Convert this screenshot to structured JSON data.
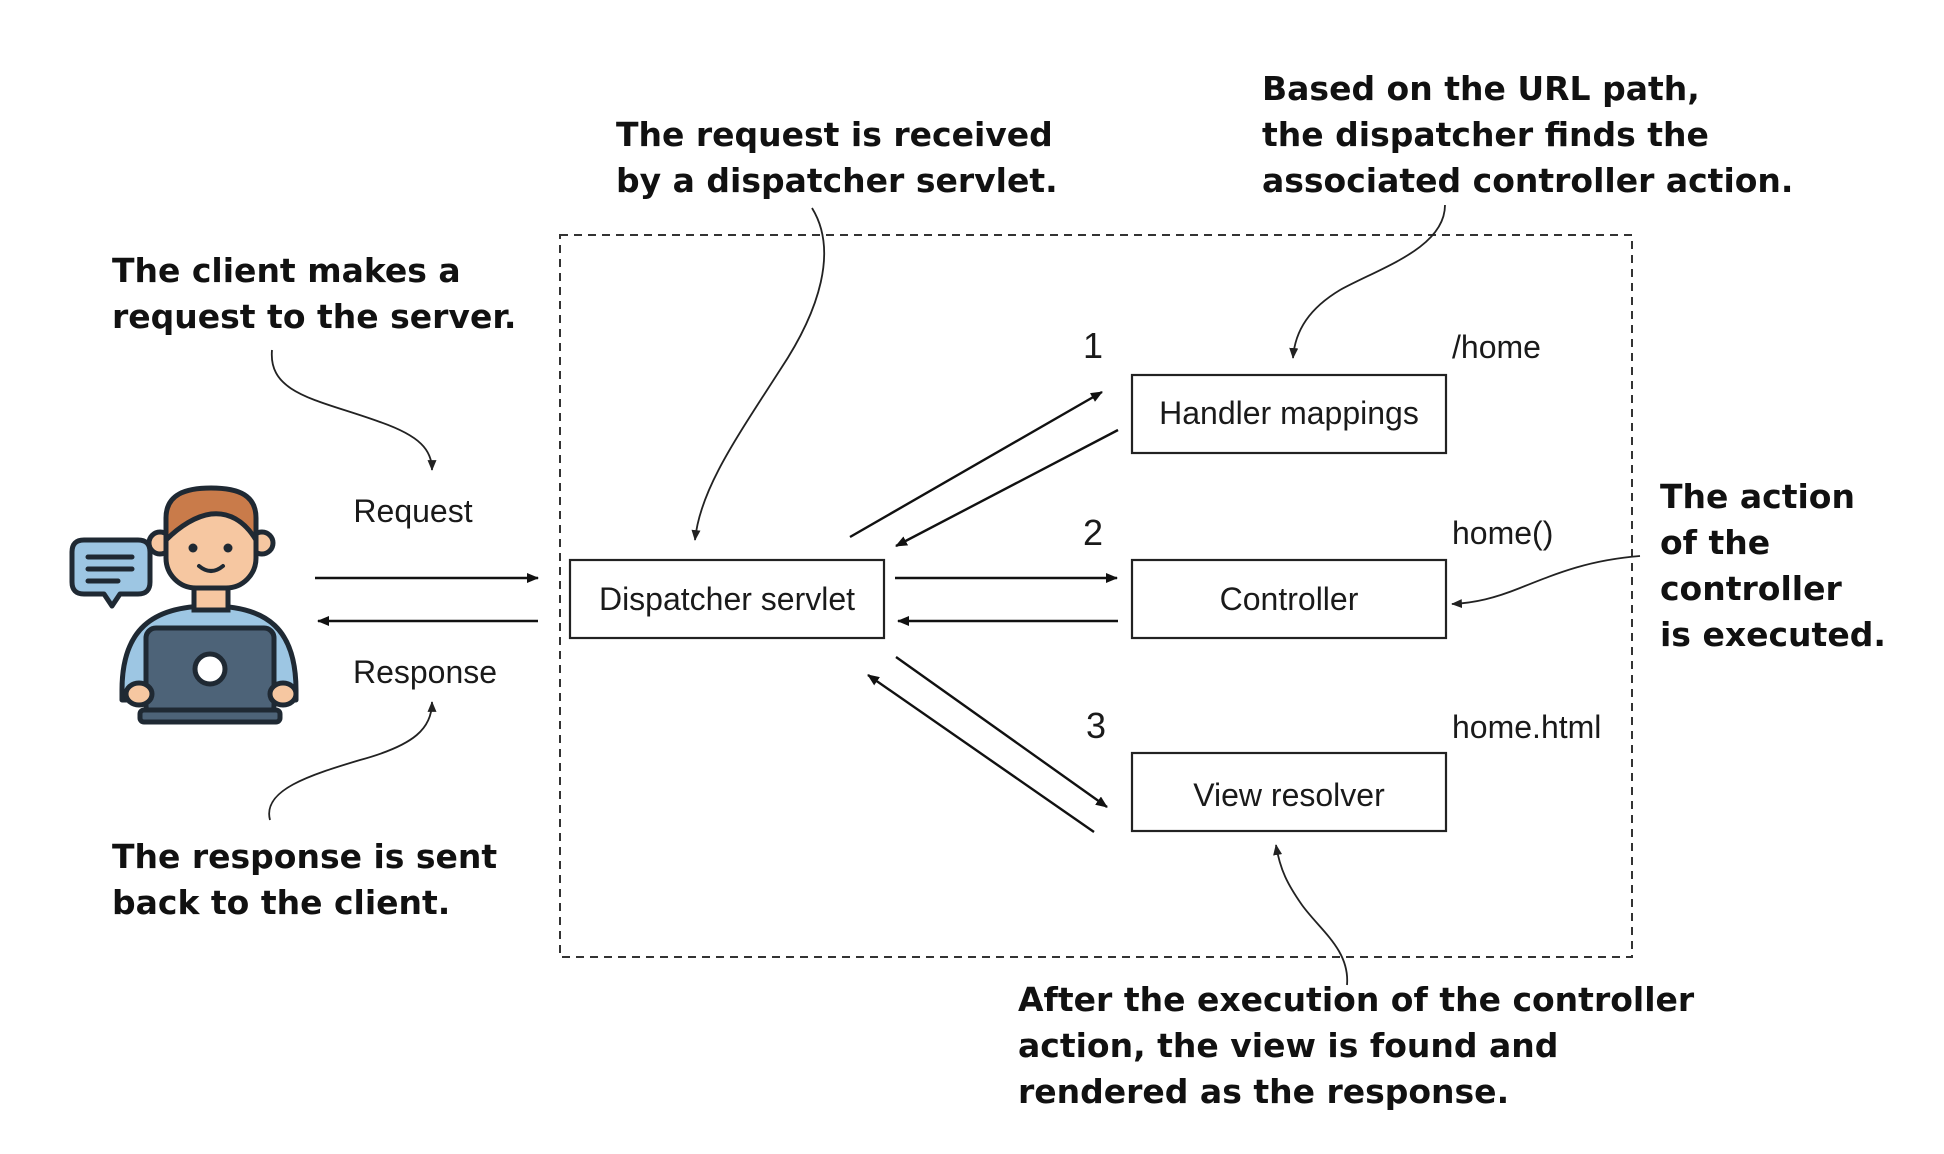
{
  "boundary": {
    "label": ""
  },
  "nodes": {
    "dispatcher": "Dispatcher servlet",
    "handler": "Handler mappings",
    "controller": "Controller",
    "view": "View resolver"
  },
  "steps": {
    "one": "1",
    "two": "2",
    "three": "3"
  },
  "values": {
    "path": "/home",
    "method": "home()",
    "template": "home.html"
  },
  "edges": {
    "request": "Request",
    "response": "Response"
  },
  "notes": {
    "client": [
      "The client makes a",
      "request to the server."
    ],
    "dispatcher": [
      "The request is received",
      "by a dispatcher servlet."
    ],
    "mapping": [
      "Based on the URL path,",
      "the dispatcher finds the",
      "associated controller action."
    ],
    "action": [
      "The action",
      "of the",
      "controller",
      "is executed."
    ],
    "response": [
      "The response is sent",
      "back to the client."
    ],
    "view": [
      "After the execution of the controller",
      "action, the view is found and",
      "rendered as the response."
    ]
  },
  "icons": {
    "user": "person-with-laptop-icon",
    "chat": "speech-bubble-icon"
  },
  "colors": {
    "skin": "#f6c7a1",
    "hair": "#c97b4a",
    "shirt": "#9dc6e3",
    "laptop": "#4d6378",
    "outline": "#1f2933"
  }
}
